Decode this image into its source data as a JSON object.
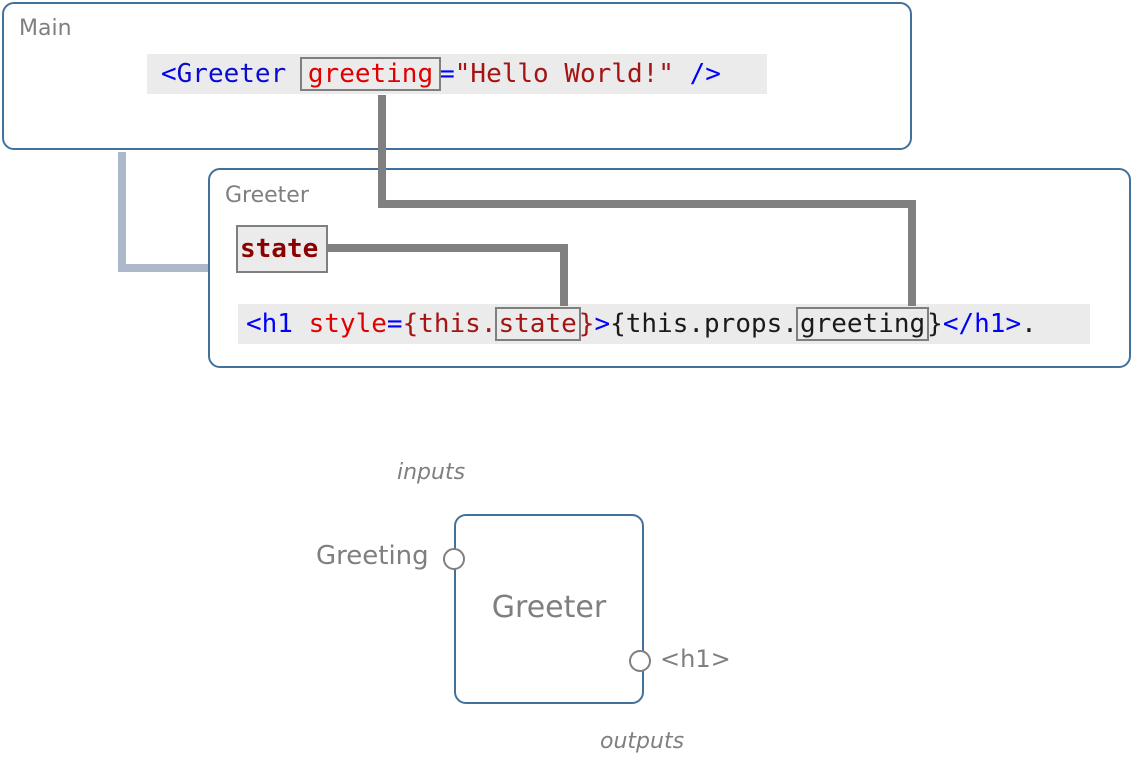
{
  "main_panel": {
    "title": "Main",
    "code": {
      "open": "<",
      "tag": "Greeter",
      "space": " ",
      "attr": "greeting",
      "eq": "=",
      "value": "\"Hello World!\"",
      "close": " />"
    }
  },
  "greeter_panel": {
    "title": "Greeter",
    "state_label": "state",
    "code": {
      "open": "<h1 ",
      "attr": "style",
      "eq": "=",
      "brace_open": "{",
      "this1": "this.",
      "state": "state",
      "brace_close": "}",
      "gt": ">",
      "expr_open": "{this.props.",
      "greeting": "greeting",
      "expr_close": "}",
      "end_tag": "</h1>",
      "trail": "."
    }
  },
  "node_diagram": {
    "inputs_label": "inputs",
    "outputs_label": "outputs",
    "node_title": "Greeter",
    "input_port_label": "Greeting",
    "output_port_label": "<h1>"
  }
}
